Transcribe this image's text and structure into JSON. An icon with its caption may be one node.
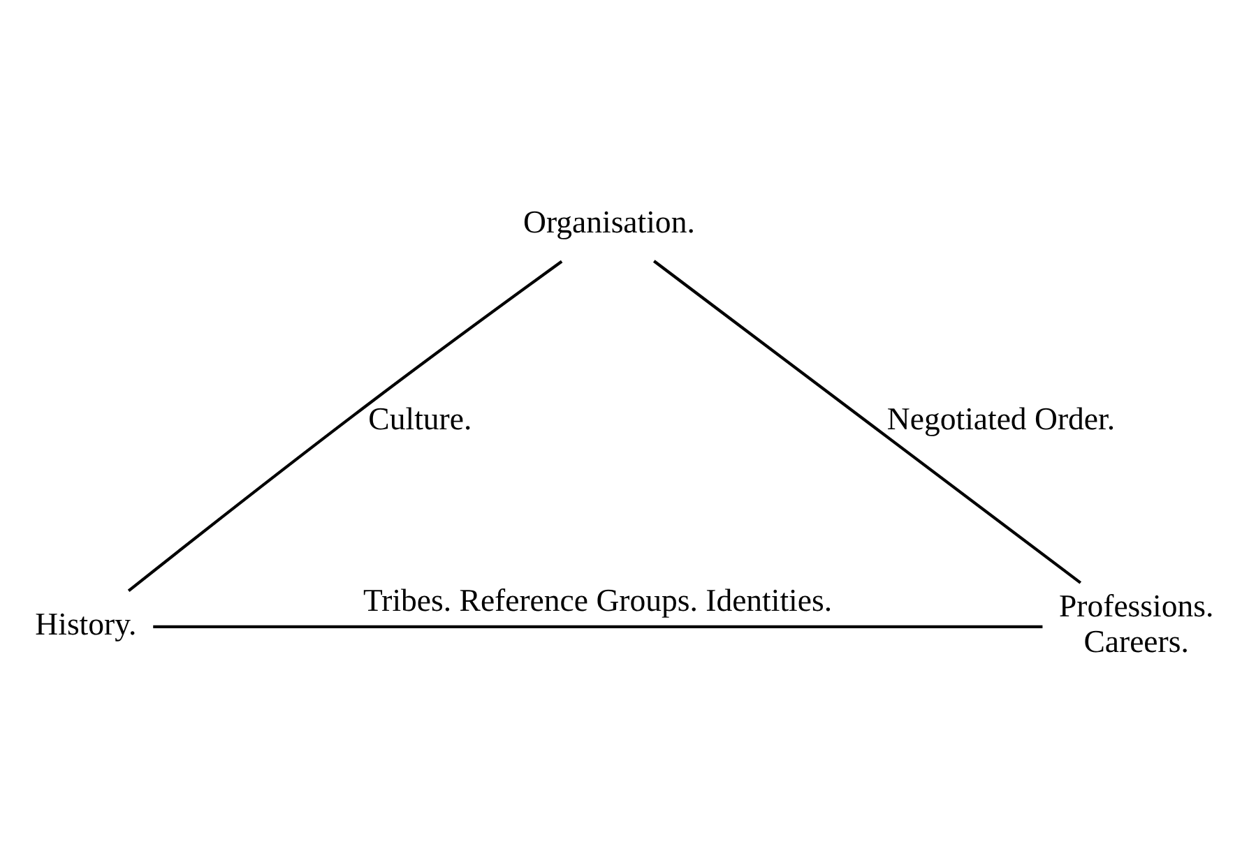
{
  "diagram": {
    "nodes": [
      {
        "text": [
          "Organisation."
        ]
      },
      {
        "text": [
          "History."
        ]
      },
      {
        "text": [
          "Professions.",
          "Careers."
        ]
      }
    ],
    "edges": [
      {
        "from": 0,
        "to": 1,
        "arrow": "none",
        "label": "Culture."
      },
      {
        "from": 0,
        "to": 2,
        "arrow": "none",
        "label": "Negotiated Order."
      },
      {
        "from": 1,
        "to": 2,
        "arrow": "none",
        "label": "Tribes. Reference Groups. Identities."
      }
    ]
  }
}
